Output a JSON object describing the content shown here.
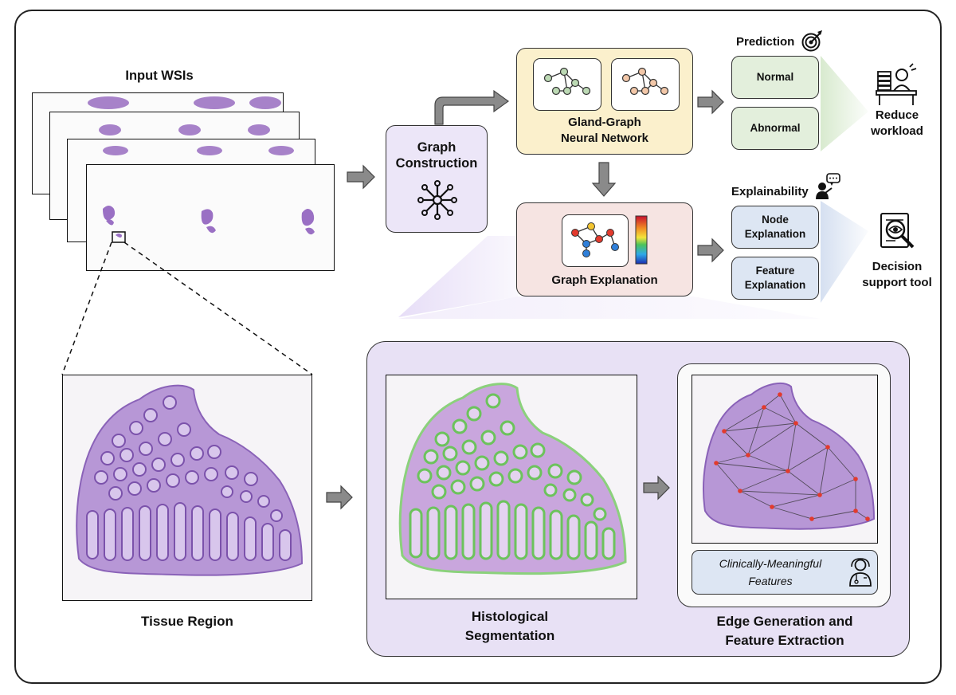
{
  "labels": {
    "input_wsis": "Input WSIs",
    "graph_construction": "Graph Construction",
    "gland_graph_line1": "Gland-Graph",
    "gland_graph_line2": "Neural Network",
    "graph_explanation": "Graph Explanation",
    "prediction": "Prediction",
    "normal": "Normal",
    "abnormal": "Abnormal",
    "reduce_workload_line1": "Reduce",
    "reduce_workload_line2": "workload",
    "explainability": "Explainability",
    "node_explanation_line1": "Node",
    "node_explanation_line2": "Explanation",
    "feature_explanation_line1": "Feature",
    "feature_explanation_line2": "Explanation",
    "decision_support_line1": "Decision",
    "decision_support_line2": "support tool",
    "tissue_region": "Tissue Region",
    "histological_segmentation_line1": "Histological",
    "histological_segmentation_line2": "Segmentation",
    "clinically_meaningful_line1": "Clinically-Meaningful",
    "clinically_meaningful_line2": "Features",
    "edge_generation_line1": "Edge Generation and",
    "edge_generation_line2": "Feature Extraction"
  },
  "icons": {
    "network": "network-hub-icon",
    "target": "target-icon",
    "worker": "desk-worker-icon",
    "explainer": "presenter-speech-icon",
    "magnifier": "magnifier-eye-document-icon",
    "doctor": "doctor-icon"
  },
  "colors": {
    "purple_box": "#ece6f8",
    "yellow_box": "#fbf0cc",
    "pink_box": "#f6e4e2",
    "green_pill": "#e3efdc",
    "blue_pill": "#dde6f3",
    "panel_lavender": "#e8e1f5",
    "arrow_gray": "#888888",
    "tissue_purple": "#9a70c4"
  }
}
